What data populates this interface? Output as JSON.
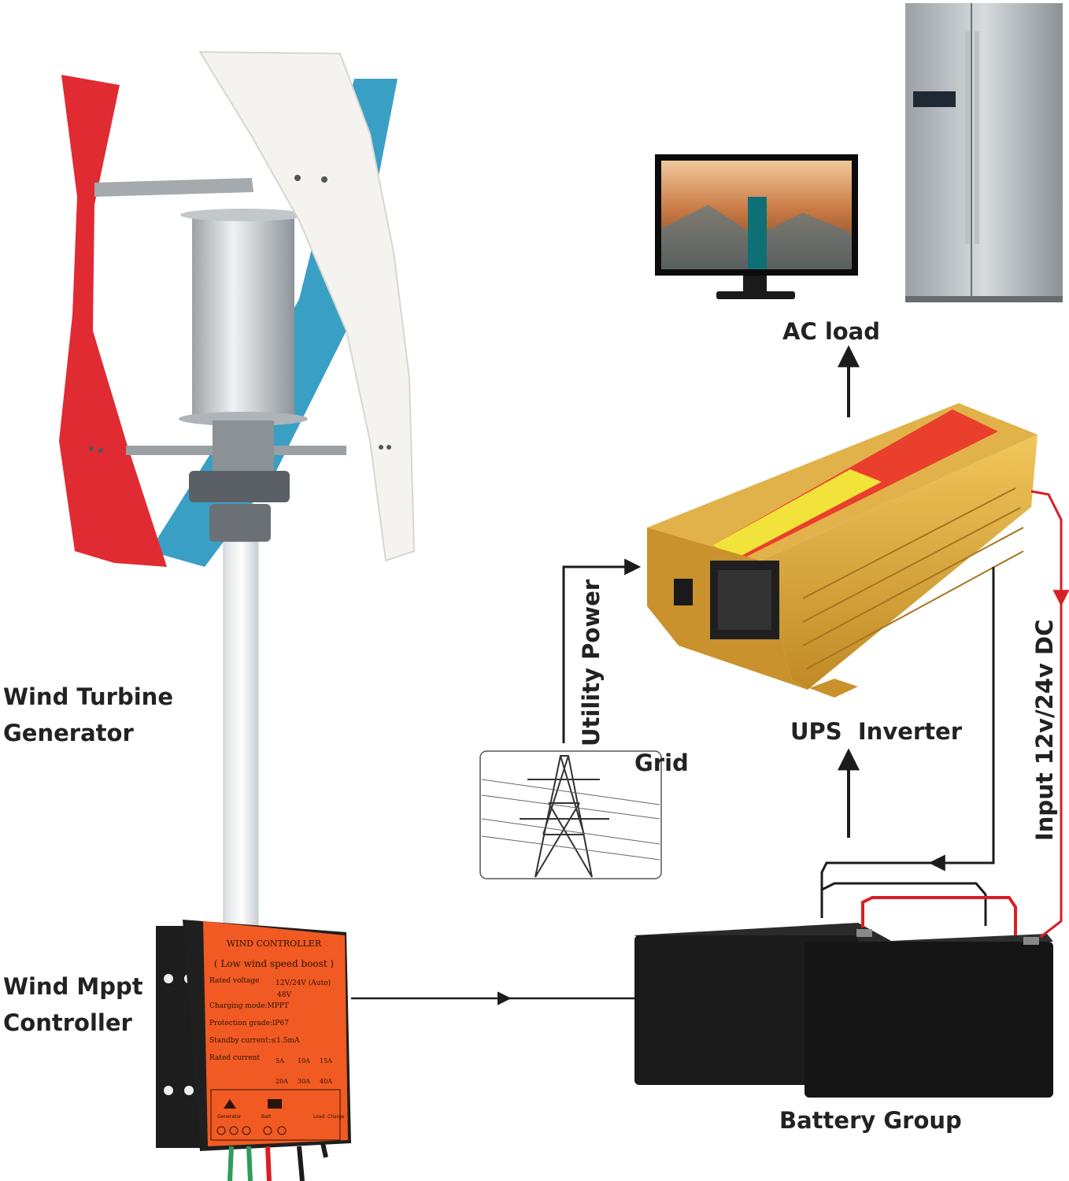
{
  "labels": {
    "wind_turbine_generator": [
      "Wind Turbine",
      "Generator"
    ],
    "wind_mppt_controller": [
      "Wind Mppt",
      "Controller"
    ],
    "ac_load": "AC load",
    "ups_inverter": "UPS  Inverter",
    "utility_power": "Utility Power",
    "grid": "Grid",
    "input_dc": "Input 12v/24v DC",
    "battery_group": "Battery Group"
  },
  "controller_panel": {
    "title": "WIND CONTROLLER",
    "subtitle": "( Low wind speed boost )",
    "rated_voltage_label": "Rated voltage",
    "rated_voltage_options": [
      "12V/24V (Auto)",
      "48V"
    ],
    "charging_mode": "Charging mode:MPPT",
    "protection_grade": "Protection grade:IP67",
    "standby_current": "Standby current:≤1.5mA",
    "rated_current_label": "Rated current",
    "rated_current_options": [
      "5A",
      "10A",
      "15A",
      "20A",
      "30A",
      "40A"
    ],
    "terminal_labels": [
      "Generator",
      "Batt",
      "Load",
      "Charge"
    ]
  },
  "colors": {
    "turbine_blade_red": "#e02b33",
    "turbine_blade_white": "#f4f3ef",
    "turbine_blade_blue": "#3a9fc4",
    "controller_orange": "#f15a22",
    "inverter_gold": "#d8a33a",
    "battery_black": "#1a1a1a",
    "wire_red": "#d81f26",
    "wire_black": "#1c1c1c"
  }
}
